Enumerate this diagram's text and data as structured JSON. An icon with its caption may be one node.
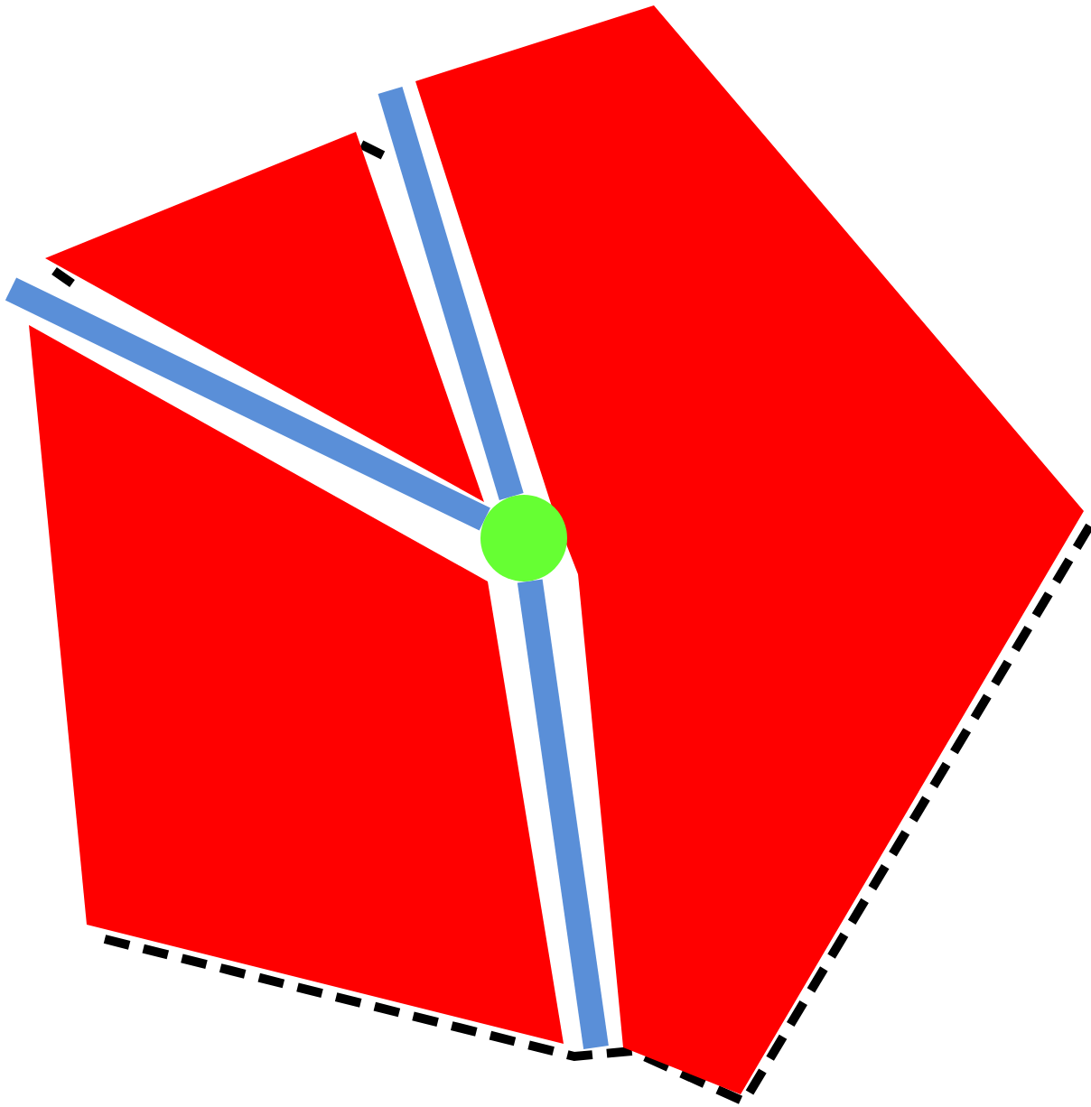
{
  "diagram": {
    "nodes": [
      {
        "text": [],
        "shape": "triangle"
      },
      {
        "text": [],
        "shape": "polygon"
      },
      {
        "text": [],
        "shape": "polygon"
      },
      {
        "text": [],
        "shape": "circle"
      }
    ],
    "edges": [
      {
        "from": 3,
        "to": null,
        "arrow": "none"
      },
      {
        "from": 3,
        "to": null,
        "arrow": "none"
      },
      {
        "from": 3,
        "to": null,
        "arrow": "none"
      }
    ]
  }
}
